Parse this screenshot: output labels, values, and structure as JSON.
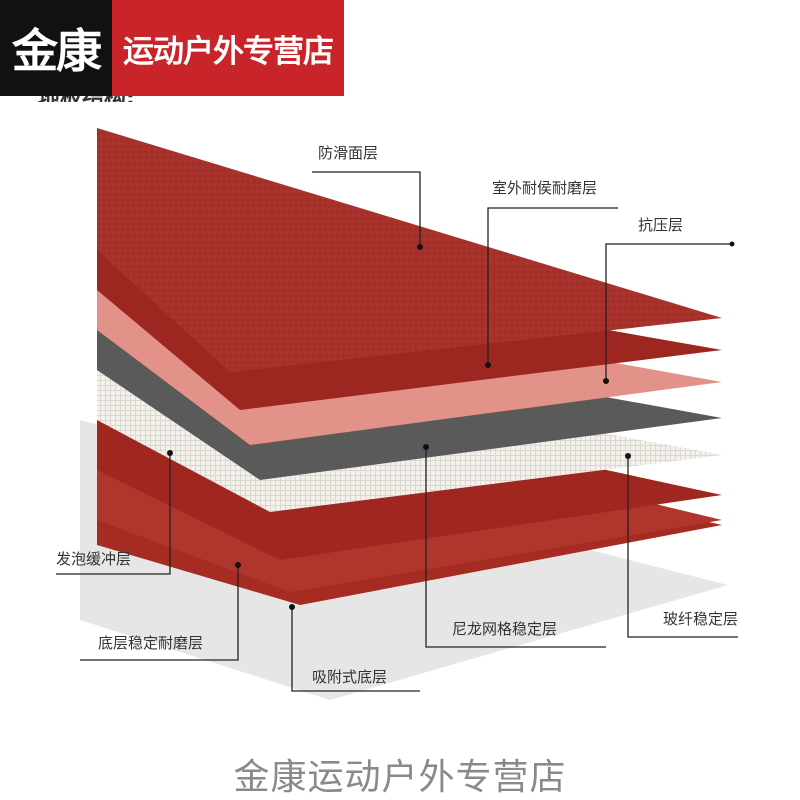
{
  "brand": {
    "logo_text": "金康",
    "store_name": "运动户外专营店"
  },
  "heading": "地板结构:",
  "layers": [
    {
      "label": "防滑面层"
    },
    {
      "label": "室外耐侯耐磨层"
    },
    {
      "label": "抗压层"
    },
    {
      "label": "玻纤稳定层"
    },
    {
      "label": "尼龙网格稳定层"
    },
    {
      "label": "吸附式底层"
    },
    {
      "label": "底层稳定耐磨层"
    },
    {
      "label": "发泡缓冲层"
    }
  ],
  "colors": {
    "top_layer": "#a8312c",
    "red_layer": "#9e2620",
    "pink_layer": "#e08a80",
    "grey_layer": "#5a5a5a",
    "white_layer": "#f2f0ec",
    "brand_red": "#c8242a"
  },
  "footer": "金康运动户外专营店"
}
